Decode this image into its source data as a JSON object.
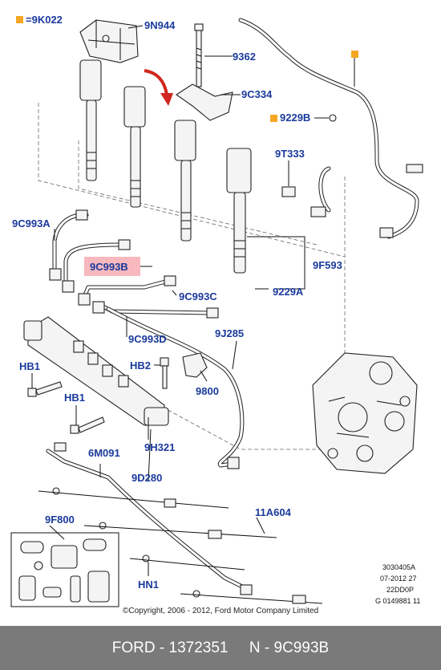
{
  "legend": {
    "text": "=9K022",
    "marker_color": "#f5a623"
  },
  "highlight_color": "#f4a0a8",
  "label_color": "#1a3a9c",
  "labels": {
    "9N944": "9N944",
    "9362": "9362",
    "9C334": "9C334",
    "9229B": "9229B",
    "9T333": "9T333",
    "9C993A": "9C993A",
    "9C993B": "9C993B",
    "9F593": "9F593",
    "9229A": "9229A",
    "9C993C": "9C993C",
    "9C993D": "9C993D",
    "9J285": "9J285",
    "HB1_top": "HB1",
    "HB2": "HB2",
    "HB1_mid": "HB1",
    "9800": "9800",
    "9H321": "9H321",
    "6M091": "6M091",
    "9D280": "9D280",
    "9F800": "9F800",
    "11A604": "11A604",
    "HN1": "HN1"
  },
  "copyright": "©Copyright, 2006 - 2012, Ford Motor Company Limited",
  "ref_codes": [
    "3030405A",
    "07-2012 27",
    "22DD0P",
    "G 0149881 11"
  ],
  "footer": {
    "brand": "FORD",
    "sep1": " - ",
    "part_number": "1372351",
    "gap": "     ",
    "n_label": "N",
    "sep2": " - ",
    "n_value": "9C993B"
  }
}
